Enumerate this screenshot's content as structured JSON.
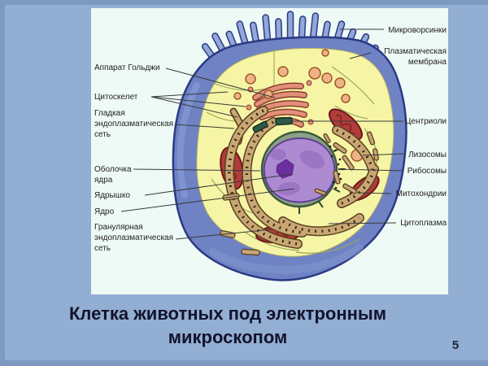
{
  "slide": {
    "title": [
      "Клетка животных под электронным",
      "микроскопом"
    ],
    "page_number": "5"
  },
  "diagram": {
    "labels_left": [
      "Аппарат Гольджи",
      "Цитоскелет",
      "Гладкая эндоплазматическая сеть",
      "Оболочка ядра",
      "Ядрышко",
      "Ядро",
      "Гранулярная эндоплазматическая сеть"
    ],
    "labels_right": [
      "Микроворсинки",
      "Плазматическая мембрана",
      "Центриоли",
      "Лизосомы",
      "Рибосомы",
      "Митохондрии",
      "Цитоплазма"
    ]
  },
  "colors": {
    "slide_background": "#92aed2",
    "slide_edge": "#7d98c1",
    "panel_background": "#eefaf6",
    "cell_membrane": "#6e82c4",
    "membrane_outline": "#2c3a84",
    "microvilli": "#93a7da",
    "cytoplasm": "#f6f5a6",
    "nucleus": "#ac8bd1",
    "nucleolus": "#6c2f9e",
    "nuclear_envelope": "#8ba183",
    "mitochondria": "#b23c3c",
    "golgi": "#e2907a",
    "lysosome": "#eeb488",
    "endoplasmic_reticulum": "#c8a773",
    "title_text": "#13132b",
    "label_text": "#1e1e1e"
  }
}
